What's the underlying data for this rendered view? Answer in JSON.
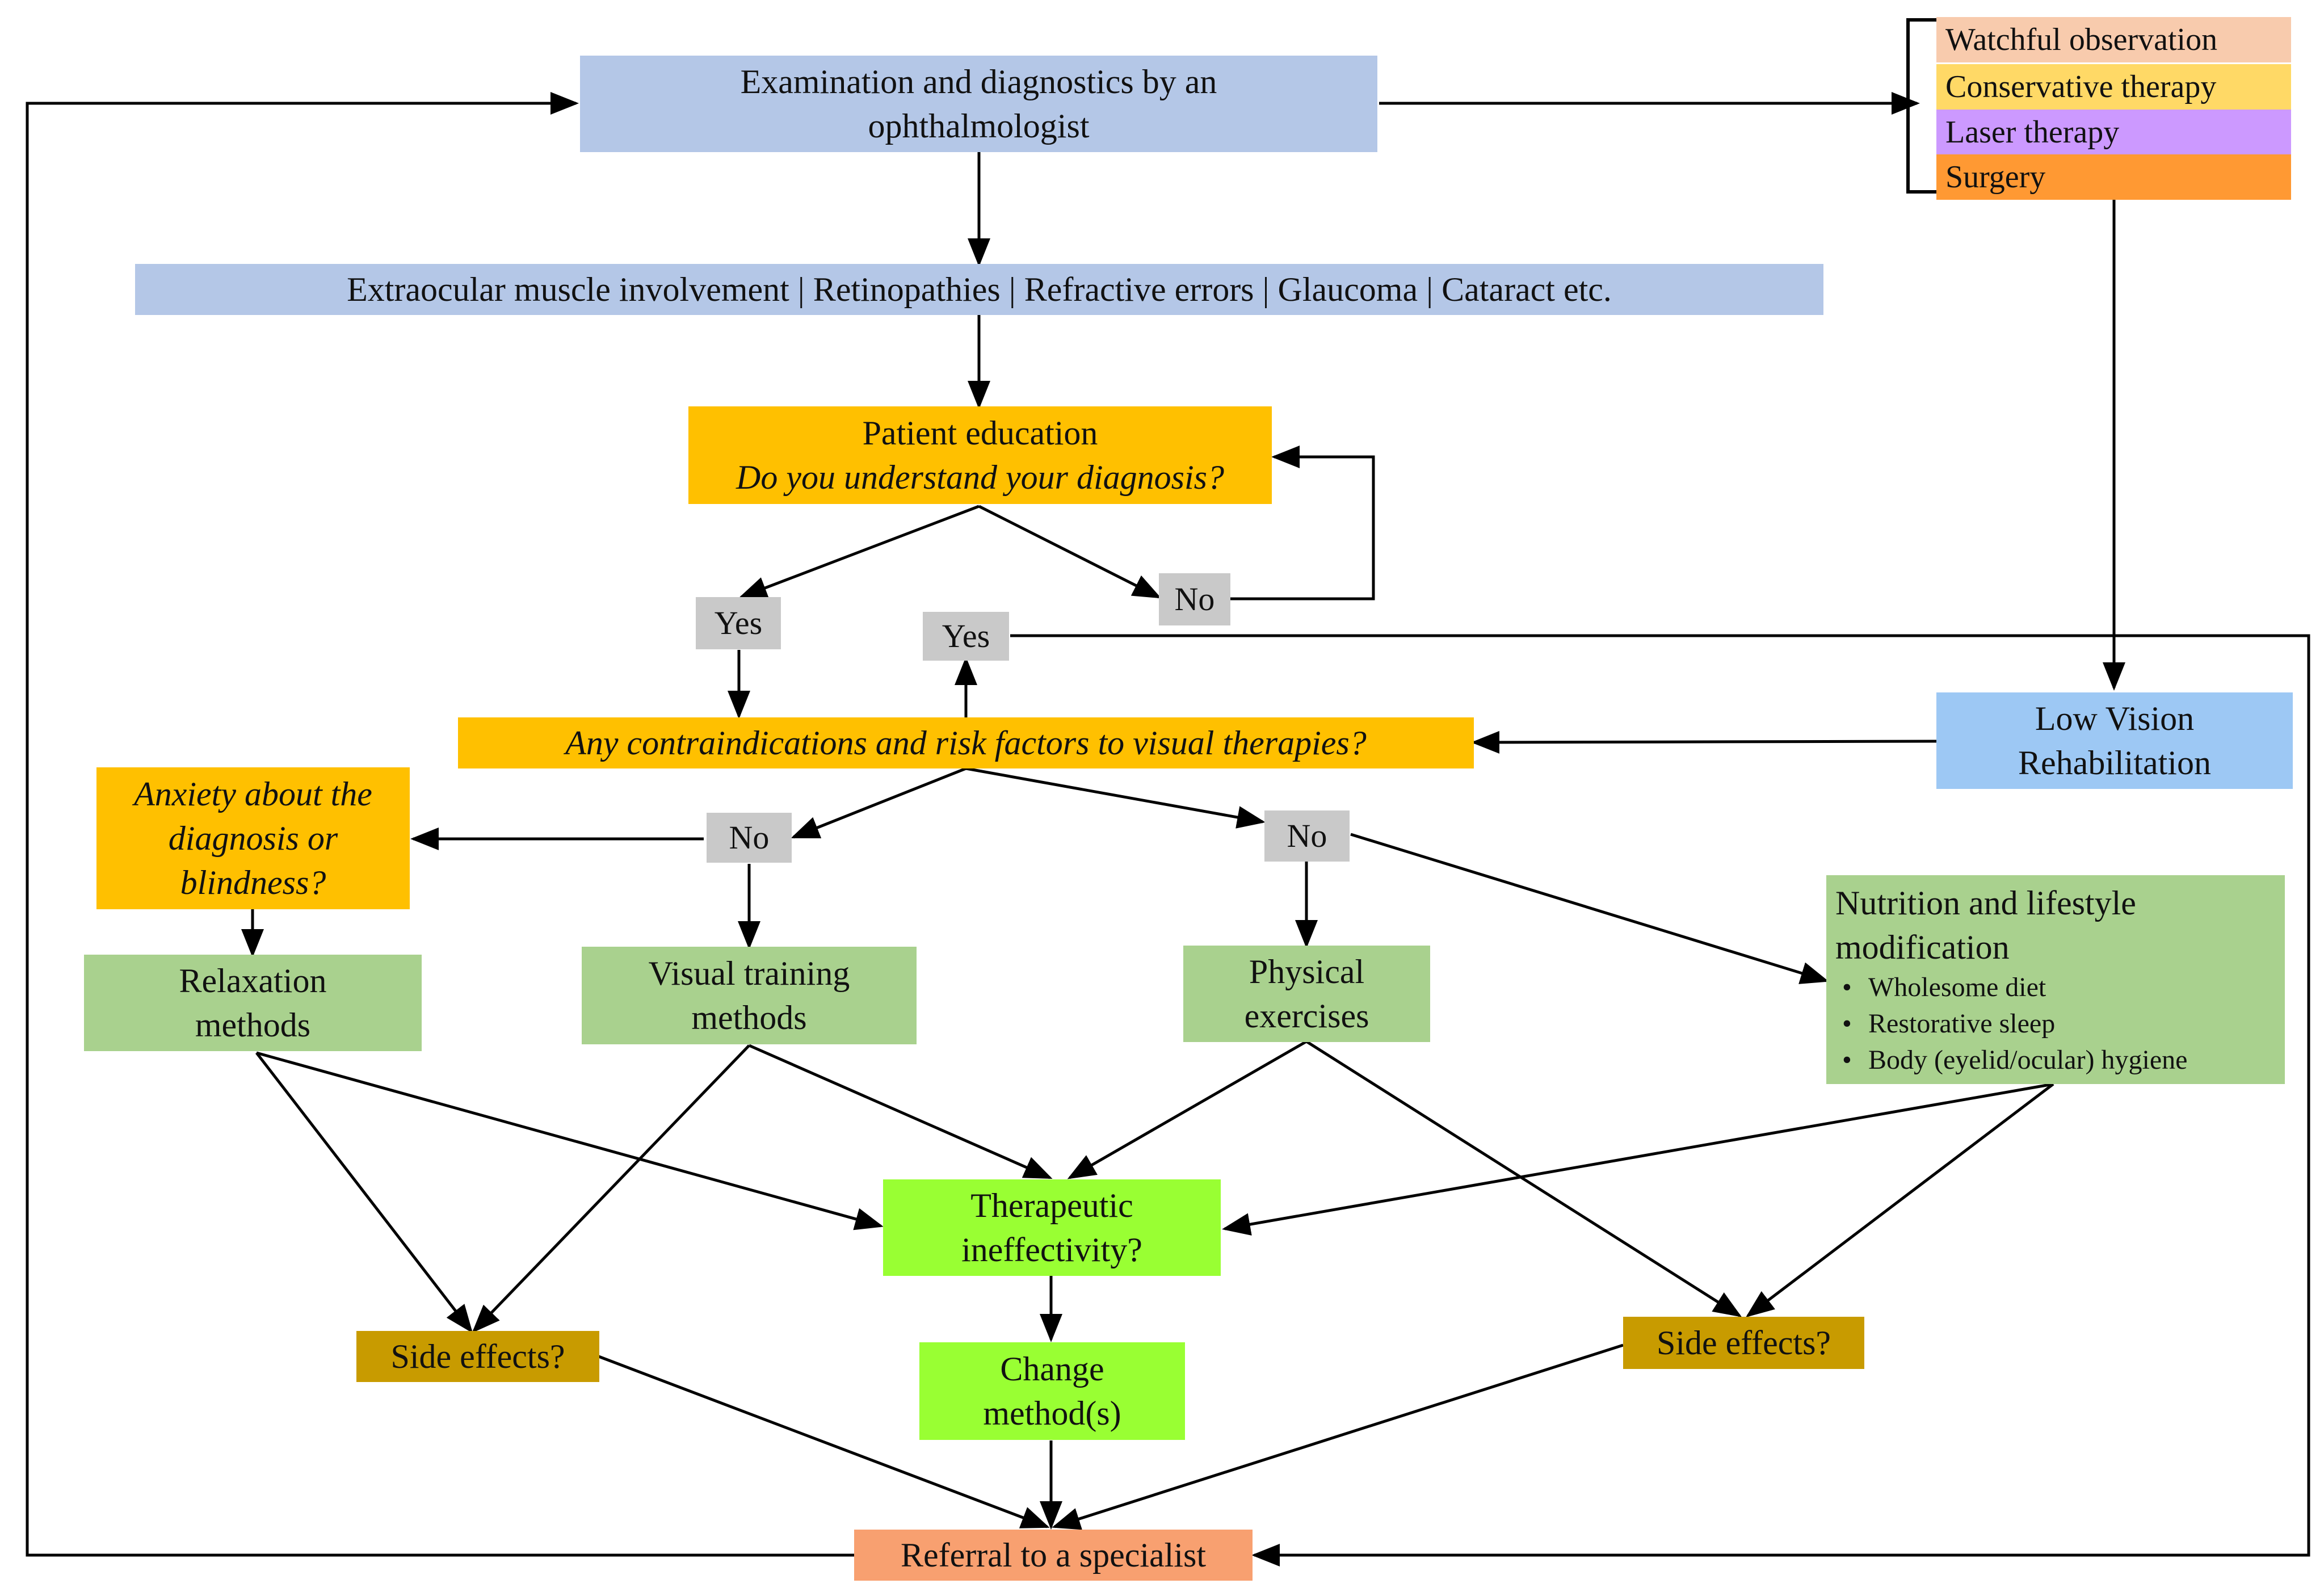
{
  "top": {
    "exam": [
      "Examination and diagnostics by an",
      "ophthalmologist"
    ],
    "conditions": "Extraocular muscle involvement | Retinopathies | Refractive errors | Glaucoma | Cataract etc."
  },
  "treatment_options": [
    "Watchful observation",
    "Conservative therapy",
    "Laser therapy",
    "Surgery"
  ],
  "education": {
    "title": "Patient education",
    "question": "Do you understand your diagnosis?"
  },
  "answers": {
    "yes_left": "Yes",
    "no_edu": "No",
    "yes_right": "Yes",
    "no_left": "No",
    "no_right": "No"
  },
  "contra": "Any contraindications and risk factors to visual therapies?",
  "low_vision": [
    "Low Vision",
    "Rehabilitation"
  ],
  "anxiety": [
    "Anxiety about the",
    "diagnosis or",
    "blindness?"
  ],
  "methods": {
    "relaxation": [
      "Relaxation",
      "methods"
    ],
    "visual_training": [
      "Visual training",
      "methods"
    ],
    "physical": [
      "Physical",
      "exercises"
    ],
    "nutrition": {
      "title": [
        "Nutrition and lifestyle",
        "modification"
      ],
      "items": [
        "Wholesome diet",
        "Restorative sleep",
        "Body (eyelid/ocular) hygiene"
      ]
    }
  },
  "ineffectivity": [
    "Therapeutic",
    "ineffectivity?"
  ],
  "side_effects_left": "Side effects?",
  "side_effects_right": "Side effects?",
  "change": [
    "Change",
    "method(s)"
  ],
  "referral": "Referral to a specialist",
  "colors": {
    "exam_blue": "#b4c7e7",
    "education_orange": "#ffc000",
    "answer_gray": "#c9c9c9",
    "method_green": "#a9d18e",
    "ineffectivity_lime": "#99ff33",
    "side_effect_gold": "#c89b00",
    "referral_salmon": "#f8a070",
    "low_vision_blue": "#9dc8f4",
    "watchful_peach": "#f8cbad",
    "conservative_yellow": "#ffd966",
    "laser_purple": "#cc99ff",
    "surgery_orange": "#ff9933"
  }
}
